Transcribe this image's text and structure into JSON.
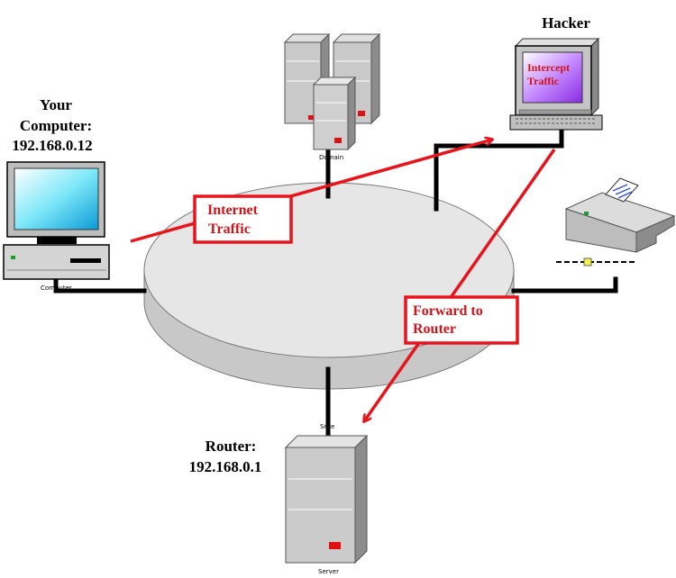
{
  "labels": {
    "your_computer": [
      "Your",
      "Computer:",
      "192.168.0.12"
    ],
    "hacker": "Hacker",
    "router": [
      "Router:",
      "192.168.0.1"
    ],
    "intercept": [
      "Intercept",
      "Traffic"
    ],
    "internet_traffic": [
      "Internet",
      "Traffic"
    ],
    "forward_to_router": [
      "Forward to",
      "Router"
    ]
  },
  "device_captions": {
    "computer": "Computer",
    "domain": "Domain",
    "switch": "Srite",
    "server": "Server"
  },
  "colors": {
    "annotation_red": "#e8141b",
    "cable": "#000000",
    "disk_top": "#e6e6e6",
    "disk_side": "#c8c8c8",
    "screen": "#b040ff"
  }
}
